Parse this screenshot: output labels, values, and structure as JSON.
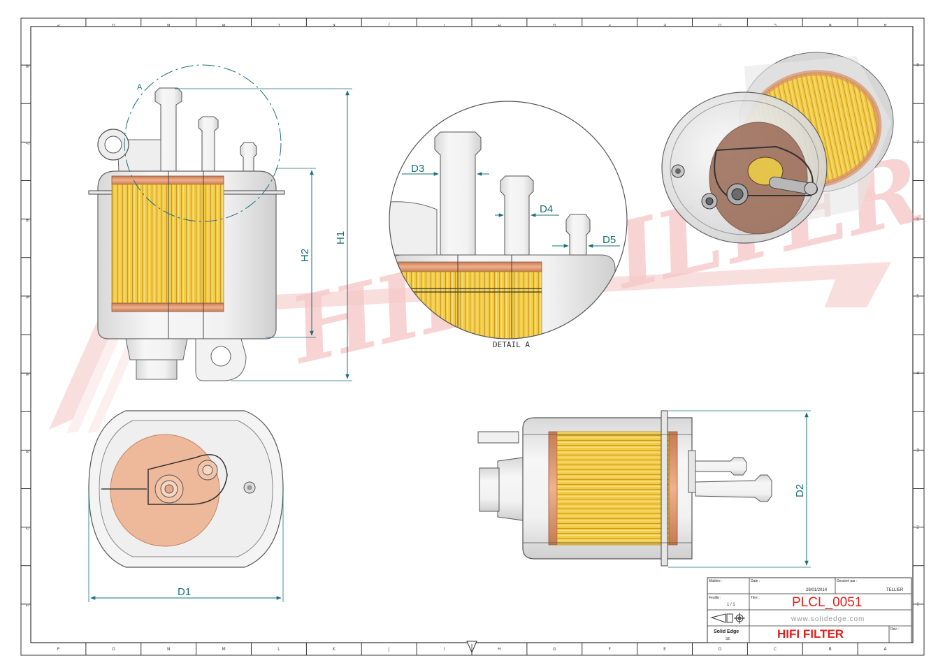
{
  "border": {
    "top_zones": [
      "P",
      "O",
      "N",
      "M",
      "L",
      "K",
      "J",
      "I",
      "H",
      "G",
      "F",
      "E",
      "D",
      "C",
      "B",
      "A"
    ],
    "bottom_zones": [
      "P",
      "O",
      "N",
      "M",
      "L",
      "K",
      "J",
      "I",
      "H",
      "G",
      "F",
      "E",
      "D",
      "C",
      "B",
      "A"
    ],
    "right_zones": [
      "8",
      "7",
      "6",
      "5",
      "4",
      "3",
      "2",
      "1"
    ]
  },
  "watermark": {
    "text": "HIFI FILTER",
    "registered": "®",
    "color": "#f2a4a4"
  },
  "views": {
    "detail_label": "A",
    "detail_caption": "DETAIL A",
    "dimensions": {
      "h1": "H1",
      "h2": "H2",
      "d1": "D1",
      "d2": "D2",
      "d3": "D3",
      "d4": "D4",
      "d5": "D5"
    }
  },
  "title_block": {
    "matiere_label": "Matière :",
    "date_label": "Date :",
    "date_value": "29/01/2014",
    "dessine_label": "Dessiné par :",
    "dessine_value": "TELLIER",
    "feuille_label": "Feuille :",
    "feuille_value": "1 / 1",
    "titre_label": "Titre :",
    "titre_value": "PLCL_0051",
    "website": "www.solidedge.com",
    "software": "Solid Edge",
    "software_sub": "SE",
    "company": "HIFI FILTER",
    "rev_label": "Rév. :"
  },
  "colors": {
    "dimension": "#1a6f7a",
    "filter_paper": "#f0c840",
    "copper": "#d9906a",
    "housing": "#ececec",
    "company": "#e0201c",
    "title_value": "#e0201c"
  }
}
